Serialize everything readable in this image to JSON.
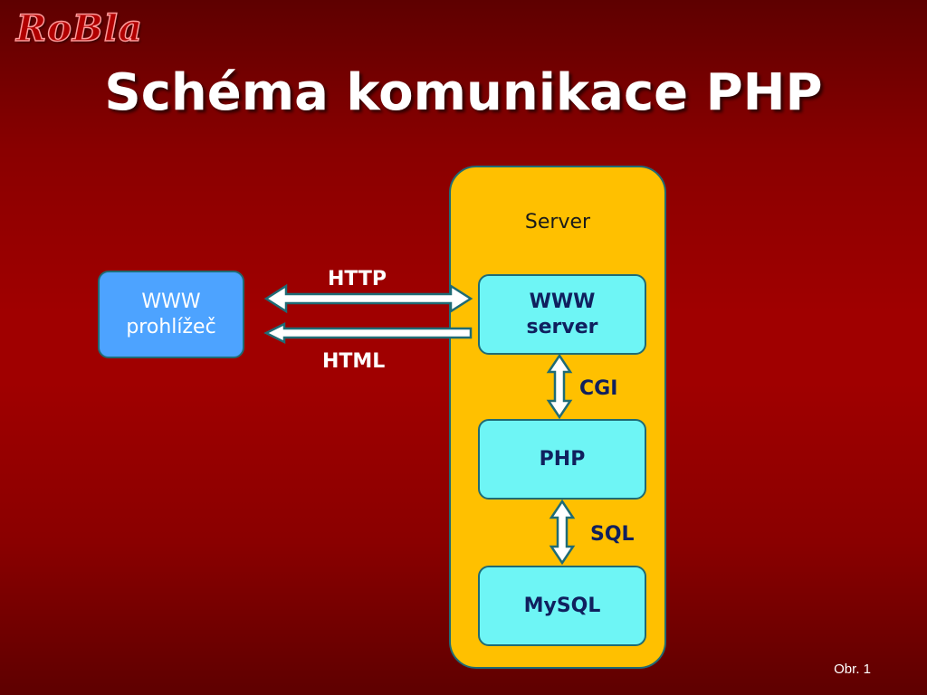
{
  "logo": "RoBla",
  "title": "Schéma komunikace PHP",
  "server_label": "Server",
  "nodes": {
    "browser": [
      "WWW",
      "prohlížeč"
    ],
    "www_server": [
      "WWW",
      "server"
    ],
    "php": "PHP",
    "mysql": "MySQL"
  },
  "edges": {
    "http": "HTTP",
    "html": "HTML",
    "cgi": "CGI",
    "sql": "SQL"
  },
  "footer": "Obr. 1",
  "colors": {
    "background": "#a00000",
    "server_panel": "#ffc000",
    "browser_box": "#4da3ff",
    "component_box": "#6ef5f5",
    "outline": "#1f6b75",
    "arrow_fill": "#ffffff"
  }
}
